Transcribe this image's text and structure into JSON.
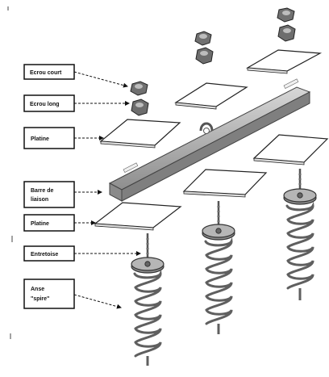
{
  "labels": {
    "ecrou_court": "Ecrou court",
    "ecrou_long": "Ecrou long",
    "platine_top": "Platine",
    "barre_line1": "Barre de",
    "barre_line2": "liaison",
    "platine_bottom": "Platine",
    "entretoise": "Entretoise",
    "anse_line1": "Anse",
    "anse_line2": "\"spire\""
  },
  "colors": {
    "ink": "#111111",
    "plate_fill": "#ffffff",
    "beam_top": "#c9c9c9",
    "beam_side": "#9a9a9a",
    "beam_front": "#7d7d7d",
    "nut": "#6f6f6f",
    "disk": "#8a8a8a"
  }
}
